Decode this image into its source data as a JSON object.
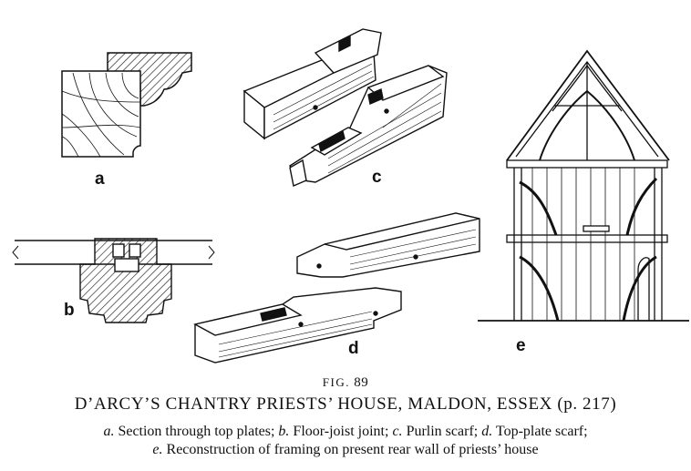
{
  "panels": [
    {
      "id": "a",
      "label": "a"
    },
    {
      "id": "b",
      "label": "b"
    },
    {
      "id": "c",
      "label": "c"
    },
    {
      "id": "d",
      "label": "d"
    },
    {
      "id": "e",
      "label": "e"
    }
  ],
  "caption": {
    "fig_prefix": "FIG.",
    "fig_number": "89",
    "title": "D’ARCY’S CHANTRY PRIESTS’ HOUSE, MALDON, ESSEX (p. 217)",
    "line1": [
      {
        "letter": "a.",
        "text": " Section through top plates; "
      },
      {
        "letter": "b.",
        "text": " Floor-joist joint; "
      },
      {
        "letter": "c.",
        "text": " Purlin scarf; "
      },
      {
        "letter": "d.",
        "text": " Top-plate scarf;"
      }
    ],
    "line2": [
      {
        "letter": "e.",
        "text": " Reconstruction of framing on present rear wall of priests’ house"
      }
    ]
  }
}
